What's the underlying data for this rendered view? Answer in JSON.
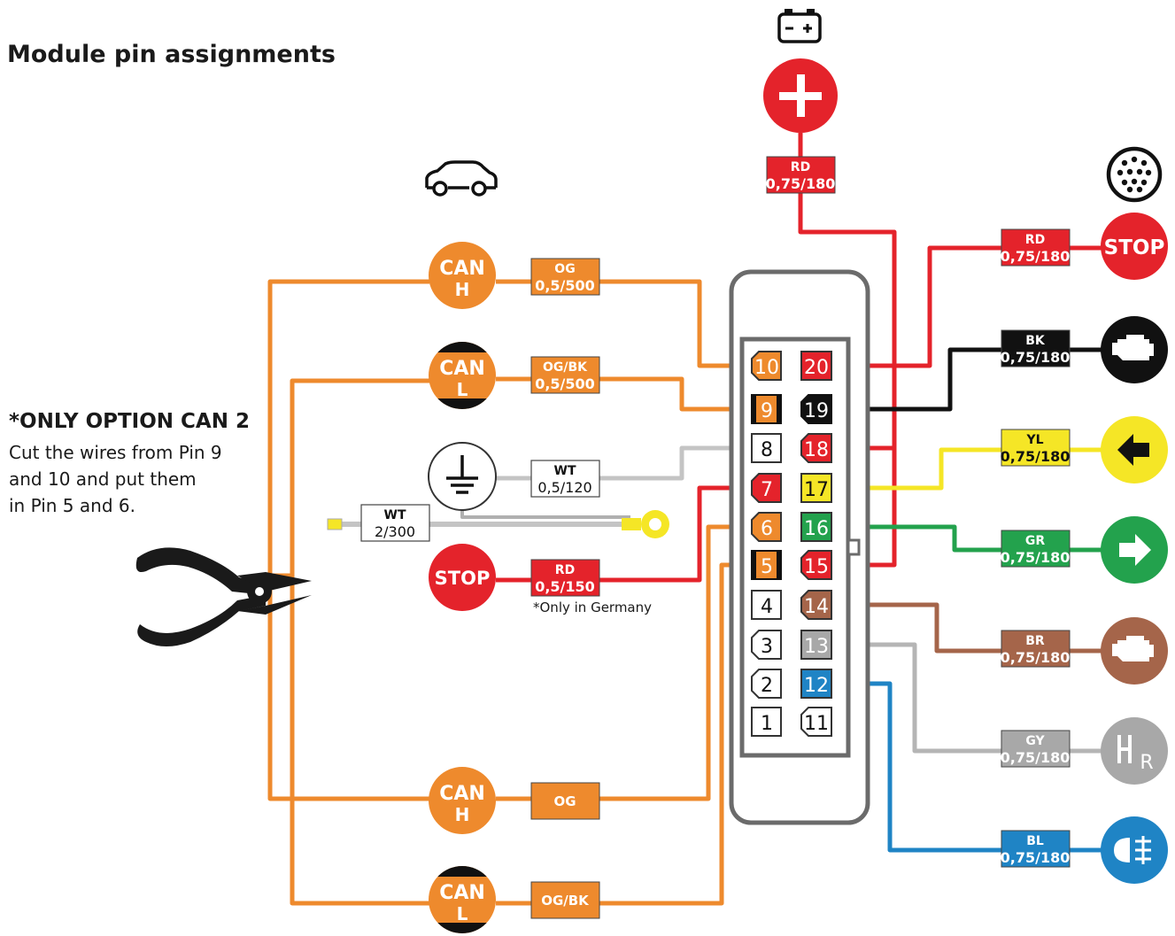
{
  "title": "Module pin assignments",
  "note": {
    "heading": "*ONLY OPTION CAN 2",
    "lines": [
      "Cut the wires from Pin 9",
      "and 10 and put them",
      "in Pin 5 and 6."
    ]
  },
  "germany_note": "*Only in Germany",
  "colors": {
    "orange": "#ee8a2d",
    "red": "#e4232b",
    "black": "#111111",
    "yellow": "#f5e626",
    "green": "#23a24d",
    "brown": "#a5654a",
    "grey": "#a8a8a8",
    "blue": "#1f84c5",
    "frame": "#6b6b6b"
  },
  "left_circles": {
    "can_h_top": {
      "line1": "CAN",
      "line2": "H"
    },
    "can_l_top": {
      "line1": "CAN",
      "line2": "L"
    },
    "stop": "STOP",
    "can_h_bottom": {
      "line1": "CAN",
      "line2": "H"
    },
    "can_l_bottom": {
      "line1": "CAN",
      "line2": "L"
    }
  },
  "wire_labels": {
    "can_h_top": {
      "code": "OG",
      "spec": "0,5/500"
    },
    "can_l_top": {
      "code": "OG/BK",
      "spec": "0,5/500"
    },
    "ground": {
      "code": "WT",
      "spec": "0,5/120"
    },
    "ring_terminal": {
      "code": "WT",
      "spec": "2/300"
    },
    "stop_left": {
      "code": "RD",
      "spec": "0,5/150"
    },
    "can_h_bottom": {
      "code": "OG"
    },
    "can_l_bottom": {
      "code": "OG/BK"
    },
    "battery": {
      "code": "RD",
      "spec": "0,75/180"
    },
    "stop_right": {
      "code": "RD",
      "spec": "0,75/180"
    },
    "engine_black": {
      "code": "BK",
      "spec": "0,75/180"
    },
    "left_turn": {
      "code": "YL",
      "spec": "0,75/180"
    },
    "right_turn": {
      "code": "GR",
      "spec": "0,75/180"
    },
    "engine_brown": {
      "code": "BR",
      "spec": "0,75/180"
    },
    "reverse": {
      "code": "GY",
      "spec": "0,75/180"
    },
    "fog": {
      "code": "BL",
      "spec": "0,75/180"
    }
  },
  "right_circles": {
    "stop": "STOP",
    "reverse_letter": "R"
  },
  "icons": [
    "battery-icon",
    "plus-icon",
    "car-icon",
    "trailer-socket-icon",
    "ground-icon",
    "ring-terminal-icon",
    "pliers-icon",
    "engine-icon",
    "arrow-left-icon",
    "arrow-right-icon",
    "gear-shift-icon",
    "fog-light-icon"
  ],
  "pins": {
    "left": [
      "10",
      "9",
      "8",
      "7",
      "6",
      "5",
      "4",
      "3",
      "2",
      "1"
    ],
    "right": [
      "20",
      "19",
      "18",
      "17",
      "16",
      "15",
      "14",
      "13",
      "12",
      "11"
    ]
  }
}
